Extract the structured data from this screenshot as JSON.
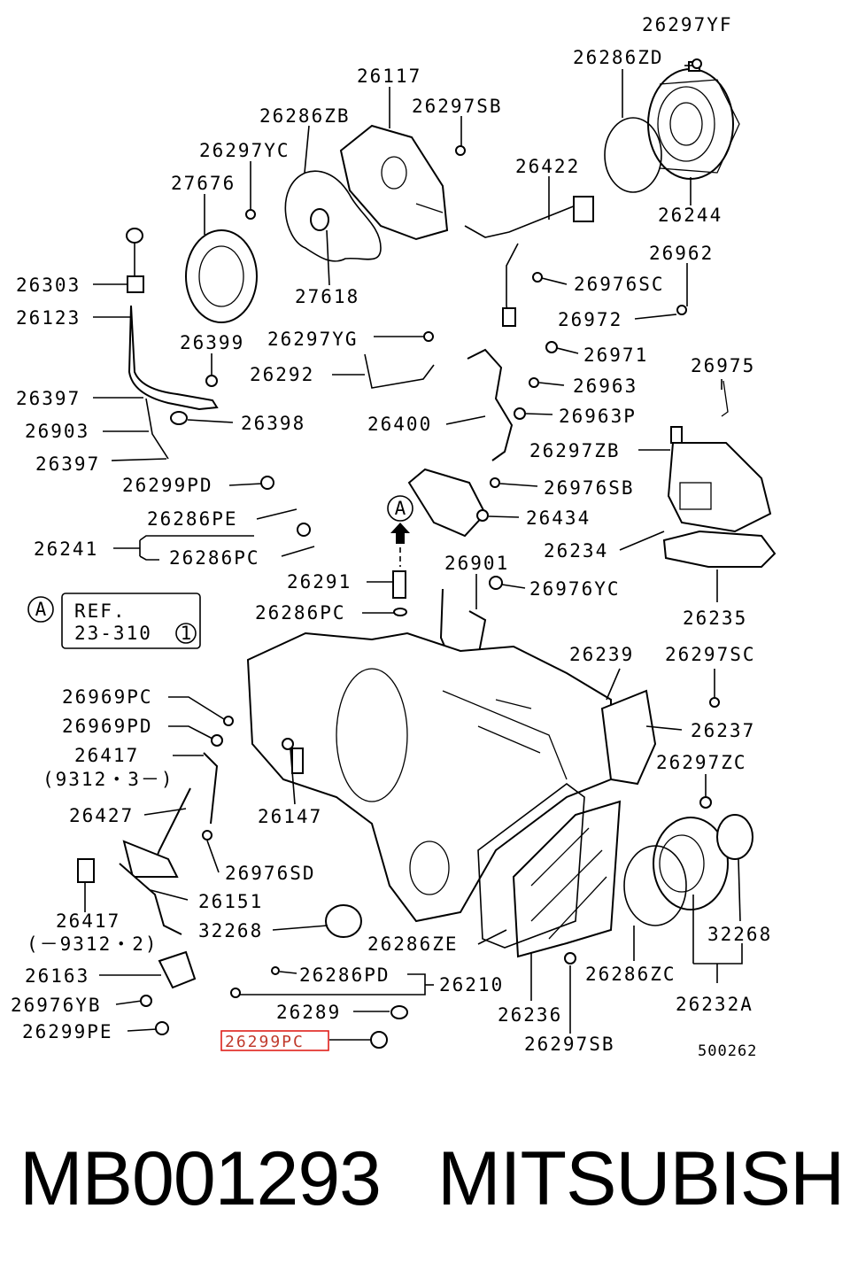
{
  "labels": {
    "l26297YF": "26297YF",
    "l26286ZD": "26286ZD",
    "l26117": "26117",
    "l26286ZB": "26286ZB",
    "l26297SB_top": "26297SB",
    "l26297YC": "26297YC",
    "l26422": "26422",
    "l27676": "27676",
    "l26244": "26244",
    "l26962": "26962",
    "l26303": "26303",
    "l27618": "27618",
    "l26976SC": "26976SC",
    "l26123": "26123",
    "l26972": "26972",
    "l26399": "26399",
    "l26297YG": "26297YG",
    "l26971": "26971",
    "l26292": "26292",
    "l26975": "26975",
    "l26397_a": "26397",
    "l26963": "26963",
    "l26398": "26398",
    "l26400": "26400",
    "l26963P": "26963P",
    "l26903": "26903",
    "l26297ZB": "26297ZB",
    "l26397_b": "26397",
    "l26299PD": "26299PD",
    "l26976SB": "26976SB",
    "l26286PE": "26286PE",
    "l26434": "26434",
    "l26241": "26241",
    "l26234": "26234",
    "l26286PC_a": "26286PC",
    "l26901": "26901",
    "l26291": "26291",
    "l26976YC": "26976YC",
    "l26286PC_b": "26286PC",
    "l26235": "26235",
    "l26239": "26239",
    "l26297SC": "26297SC",
    "l26969PC": "26969PC",
    "l26969PD": "26969PD",
    "l26237": "26237",
    "l26417_a": "26417",
    "l9312_a": "(9312・3－)",
    "l26297ZC": "26297ZC",
    "l26427": "26427",
    "l26147": "26147",
    "l26976SD": "26976SD",
    "l26417_b": "26417",
    "l26151": "26151",
    "l9312_b": "(－9312・2)",
    "l32268_a": "32268",
    "l32268_b": "32268",
    "l26286ZE": "26286ZE",
    "l26163": "26163",
    "l26286PD": "26286PD",
    "l26210": "26210",
    "l26286ZC": "26286ZC",
    "l26976YB": "26976YB",
    "l26289": "26289",
    "l26236": "26236",
    "l26232A": "26232A",
    "l26299PE": "26299PE",
    "l26299PC": "26299PC",
    "l26297SB_bot": "26297SB",
    "fig_code": "500262"
  },
  "ref_box": {
    "marker": "A",
    "line1": "REF.",
    "line2": "23-310",
    "circled": "1"
  },
  "view_marker": "A",
  "highlighted_label": "26299PC",
  "highlight_color": "#e0201a",
  "footer": {
    "part_number": "MB001293",
    "brand": "MITSUBISHI"
  }
}
